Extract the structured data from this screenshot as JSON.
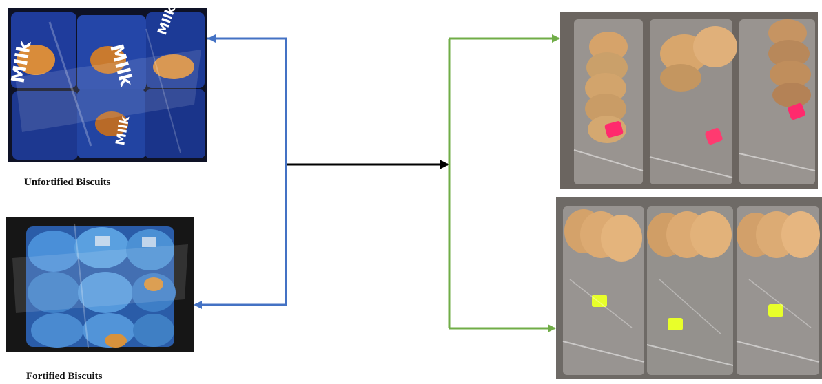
{
  "captions": {
    "unfortified": "Unfortified Biscuits",
    "fortified": "Fortified Biscuits"
  },
  "photos": {
    "unfortified_packs": "blue MILK biscuit packets",
    "fortified_packs": "light-blue biscuit packets",
    "unfortified_samples": "biscuit samples in zip bags with pink labels",
    "fortified_samples": "biscuit samples in zip bags with yellow labels"
  },
  "colors": {
    "blue_arrow": "#4472c4",
    "green_arrow": "#70ad47",
    "black_arrow": "#000000",
    "pink_label": "#ff2a6d",
    "yellow_label": "#e8ff2a"
  }
}
